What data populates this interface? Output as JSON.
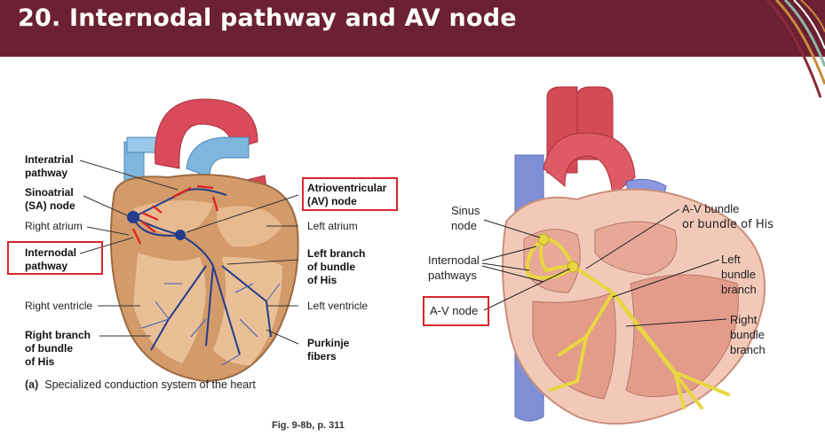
{
  "slide": {
    "title": "20. Internodal pathway and AV node",
    "accent_color": "#6b2133",
    "highlight_box_color": "#d9262b"
  },
  "left_diagram": {
    "labels": {
      "interatrial_1": "Interatrial",
      "interatrial_2": "pathway",
      "sa_1": "Sinoatrial",
      "sa_2": "(SA) node",
      "right_atrium": "Right atrium",
      "internodal_1": "Internodal",
      "internodal_2": "pathway",
      "right_ventricle": "Right ventricle",
      "rbb_1": "Right branch",
      "rbb_2": "of bundle",
      "rbb_3": "of His",
      "av_1": "Atrioventricular",
      "av_2": "(AV) node",
      "left_atrium": "Left atrium",
      "lbb_1": "Left branch",
      "lbb_2": "of bundle",
      "lbb_3": "of His",
      "left_ventricle": "Left ventricle",
      "purkinje_1": "Purkinje",
      "purkinje_2": "fibers"
    },
    "caption_tag": "(a)",
    "caption_text": "Specialized conduction system of the heart"
  },
  "figure_reference": "Fig. 9-8b, p. 311",
  "right_diagram": {
    "labels": {
      "sinus_1": "Sinus",
      "sinus_2": "node",
      "internodal_1": "Internodal",
      "internodal_2": "pathways",
      "av_node": "A-V node",
      "av_bundle_1": "A-V bundle",
      "av_bundle_2": "or bundle of His",
      "lbb_1": "Left",
      "lbb_2": "bundle",
      "lbb_3": "branch",
      "rbb_1": "Right",
      "rbb_2": "bundle",
      "rbb_3": "branch"
    }
  }
}
